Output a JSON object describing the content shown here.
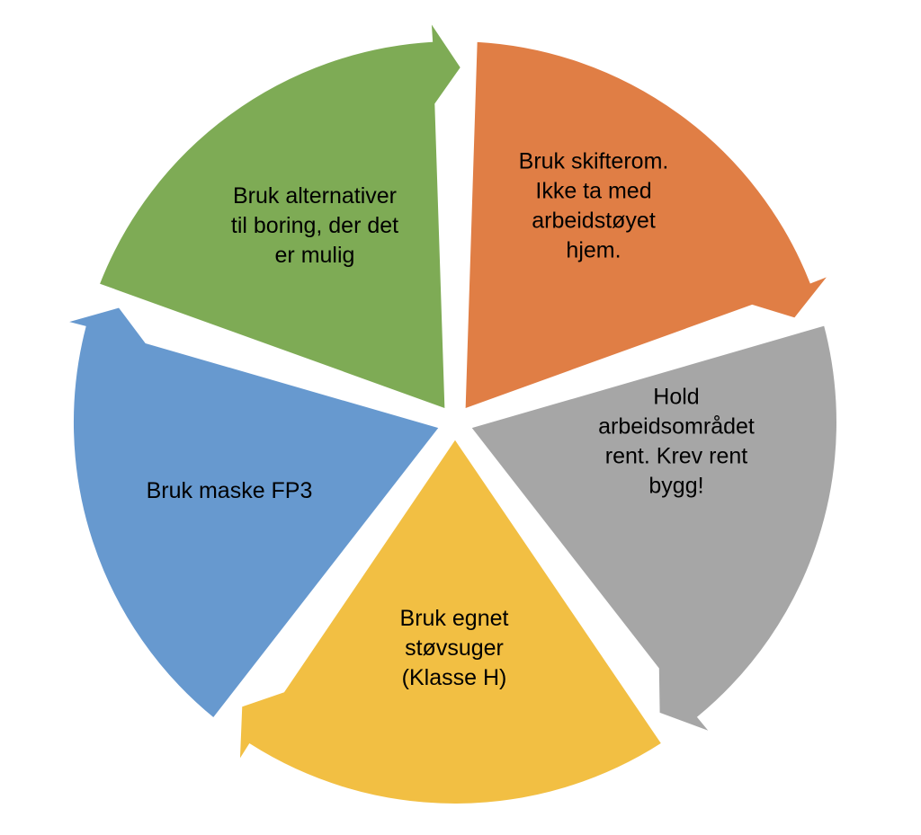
{
  "diagram": {
    "segments": [
      {
        "id": "orange",
        "color": "#E07E45",
        "lines": [
          "Bruk skifterom.",
          "Ikke ta med",
          "arbeidstøyet",
          "hjem."
        ]
      },
      {
        "id": "gray",
        "color": "#A6A6A6",
        "lines": [
          "Hold",
          "arbeidsområdet",
          "rent. Krev rent",
          "bygg!"
        ]
      },
      {
        "id": "yellow",
        "color": "#F2BF43",
        "lines": [
          "Bruk egnet",
          "støvsuger",
          "(Klasse H)"
        ]
      },
      {
        "id": "blue",
        "color": "#6799CF",
        "lines": [
          "Bruk maske FP3"
        ]
      },
      {
        "id": "green",
        "color": "#7EAB55",
        "lines": [
          "Bruk alternativer",
          "til boring, der det",
          "er mulig"
        ]
      }
    ]
  }
}
